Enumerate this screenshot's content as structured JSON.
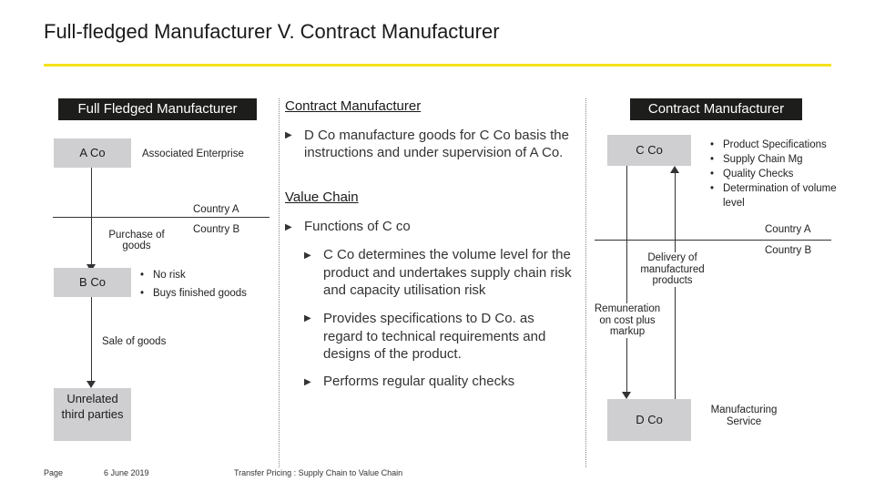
{
  "title": "Full-fledged Manufacturer V. Contract Manufacturer",
  "left": {
    "header": "Full Fledged Manufacturer",
    "a_co": "A Co",
    "associated_enterprise": "Associated Enterprise",
    "country_a": "Country A",
    "country_b": "Country B",
    "purchase_of_goods": "Purchase of goods",
    "b_co": "B Co",
    "bullets": [
      "No risk",
      "Buys finished goods"
    ],
    "sale_of_goods": "Sale of goods",
    "unrelated_third_parties": "Unrelated third parties"
  },
  "middle": {
    "heading1": "Contract Manufacturer",
    "point1": "D Co manufacture goods for C Co basis the instructions and under supervision of A Co.",
    "heading2": "Value Chain",
    "point2": "Functions of C co",
    "subpoints": [
      "C Co determines the volume level for the product and undertakes supply chain risk and capacity utilisation risk",
      "Provides specifications to D Co. as regard to technical requirements and designs of the product.",
      "Performs regular quality checks"
    ]
  },
  "right": {
    "header": "Contract Manufacturer",
    "c_co": "C Co",
    "bullets": [
      "Product Specifications",
      "Supply Chain Mg",
      "Quality Checks",
      "Determination of volume level"
    ],
    "country_a": "Country A",
    "country_b": "Country B",
    "delivery": "Delivery of manufactured products",
    "remuneration": "Remuneration on cost plus markup",
    "d_co": "D Co",
    "manufacturing_service": "Manufacturing Service"
  },
  "footer": {
    "page": "Page",
    "date": "6 June 2019",
    "subject": "Transfer Pricing : Supply Chain to Value Chain"
  }
}
